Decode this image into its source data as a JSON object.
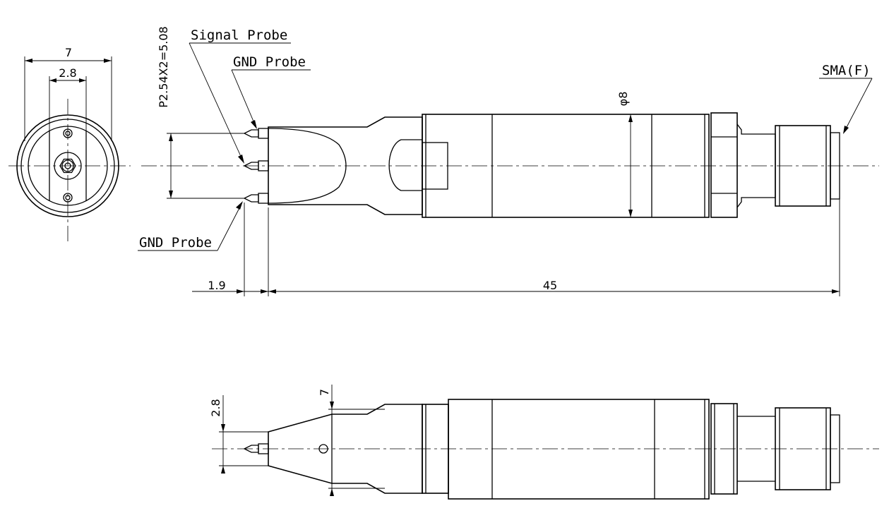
{
  "labels": {
    "signal_probe": "Signal Probe",
    "gnd_probe_top": "GND Probe",
    "gnd_probe_bottom": "GND Probe",
    "sma": "SMA(F)"
  },
  "dimensions": {
    "front_outer_width": "7",
    "front_inner_width": "2.8",
    "pitch": "P2.54X2=5.08",
    "diameter": "φ8",
    "probe_offset": "1.9",
    "total_length": "45",
    "side_height": "7",
    "side_tip_height": "2.8"
  }
}
